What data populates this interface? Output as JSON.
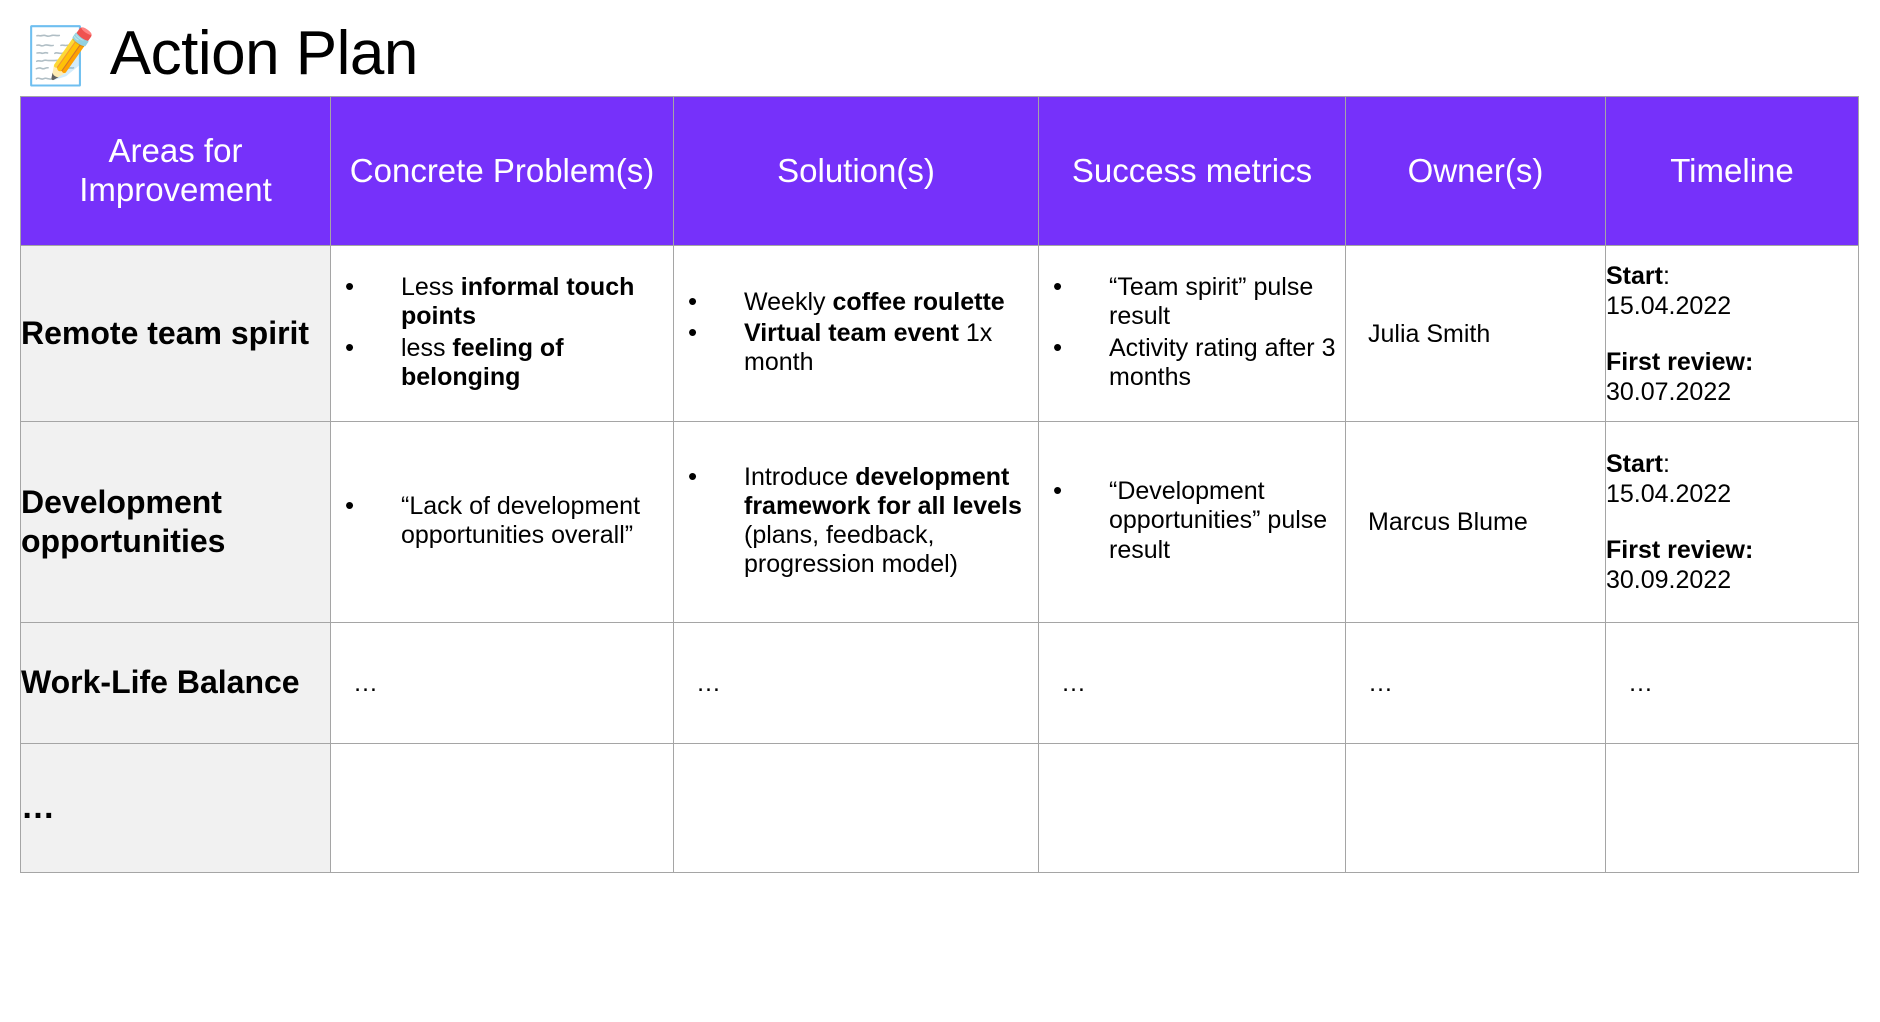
{
  "slide": {
    "title": "Action Plan",
    "title_icon": "memo-icon",
    "title_emoji": "📝",
    "accent_color": "#7631fa",
    "header_text_color": "#ffffff",
    "first_column_bg": "#f1f1f1",
    "border_color": "#a5a5a5"
  },
  "table": {
    "headers": [
      "Areas for Improvement",
      "Concrete Problem(s)",
      "Solution(s)",
      "Success metrics",
      "Owner(s)",
      "Timeline"
    ],
    "rows": [
      {
        "area": "Remote team spirit",
        "problems": [
          {
            "pre": "Less ",
            "bold": "informal touch points",
            "post": ""
          },
          {
            "pre": "less ",
            "bold": "feeling of belonging",
            "post": ""
          }
        ],
        "solutions": [
          {
            "pre": "Weekly ",
            "bold": "coffee roulette",
            "post": ""
          },
          {
            "pre": "",
            "bold": "Virtual team event",
            "post": " 1x month"
          }
        ],
        "metrics": [
          {
            "pre": "“Team spirit” pulse result",
            "bold": "",
            "post": ""
          },
          {
            "pre": "Activity rating after 3 months",
            "bold": "",
            "post": ""
          }
        ],
        "owner": "Julia Smith",
        "timeline": {
          "start_label": "Start",
          "start_sep": ":",
          "start_value": "15.04.2022",
          "review_label": "First review:",
          "review_value": "30.07.2022"
        }
      },
      {
        "area": "Development opportunities",
        "problems": [
          {
            "pre": "“Lack of development opportunities overall”",
            "bold": "",
            "post": ""
          }
        ],
        "solutions": [
          {
            "pre": "Introduce ",
            "bold": "development framework for all levels",
            "post": " (plans, feedback, progression model)"
          }
        ],
        "metrics": [
          {
            "pre": "“Development opportunities” pulse result",
            "bold": "",
            "post": ""
          }
        ],
        "owner": "Marcus Blume",
        "timeline": {
          "start_label": "Start",
          "start_sep": ":",
          "start_value": "15.04.2022",
          "review_label": "First review:",
          "review_value": "30.09.2022"
        }
      },
      {
        "area": "Work-Life Balance",
        "problems_placeholder": "…",
        "solutions_placeholder": "…",
        "metrics_placeholder": "…",
        "owner_placeholder": "…",
        "timeline_placeholder": "…"
      },
      {
        "area": "…",
        "problems_placeholder": "",
        "solutions_placeholder": "",
        "metrics_placeholder": "",
        "owner_placeholder": "",
        "timeline_placeholder": ""
      }
    ]
  }
}
